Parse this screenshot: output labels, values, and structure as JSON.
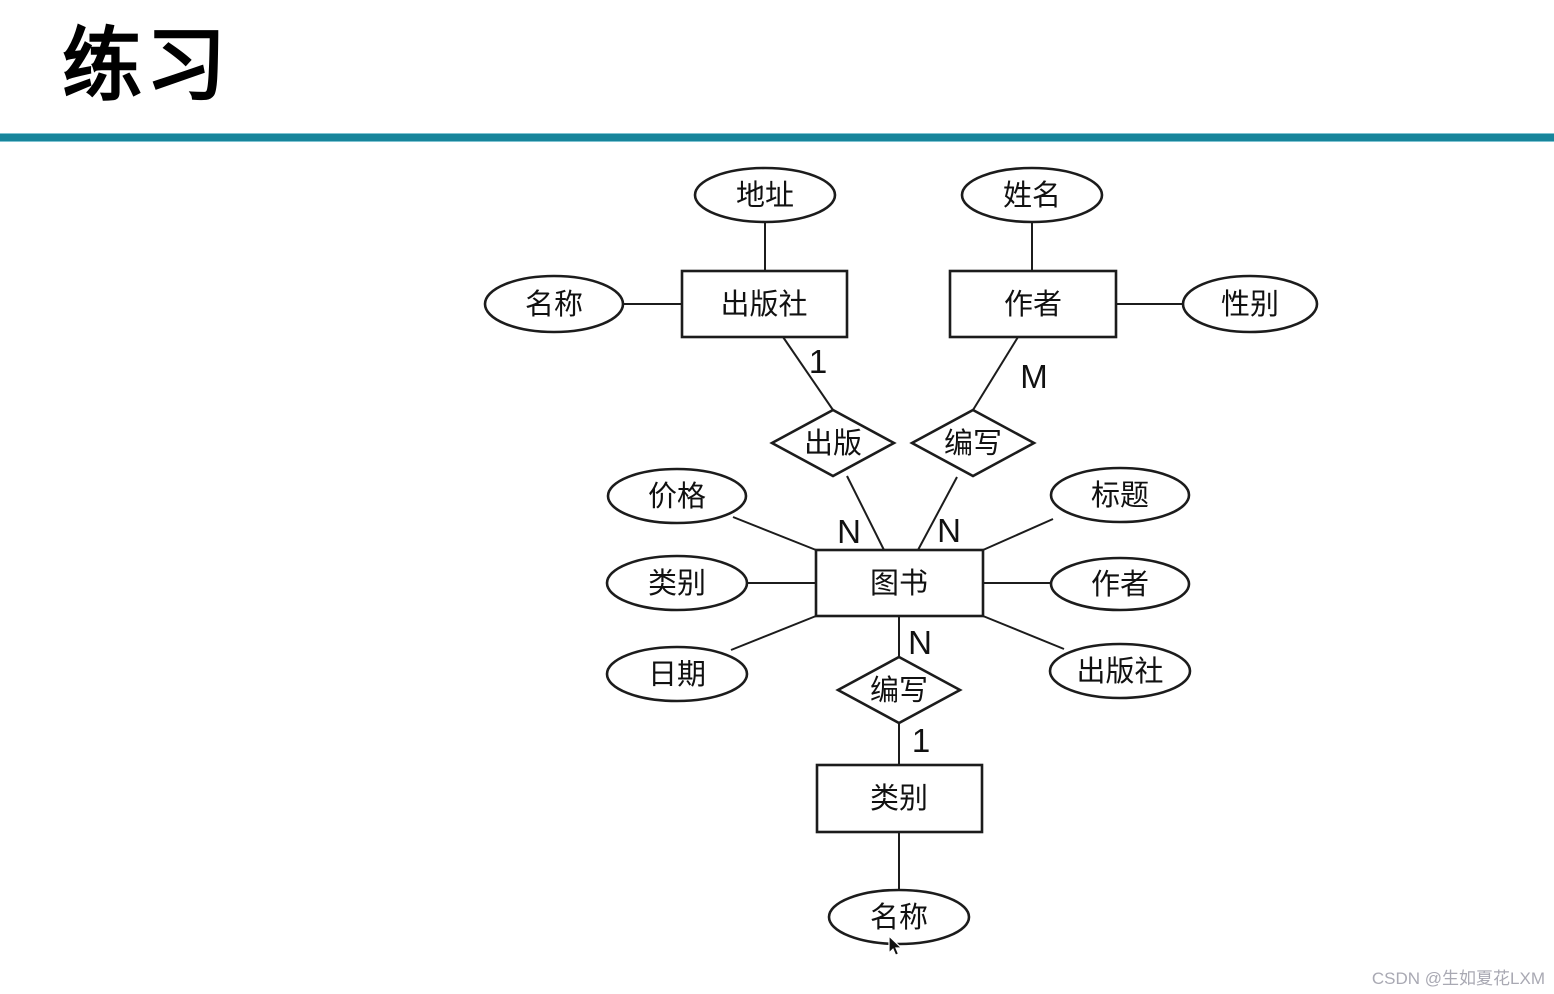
{
  "page": {
    "title": "练习",
    "watermark": "CSDN @生如夏花LXM",
    "divider_color": "#17859b",
    "cursor_icon": "arrow-pointer-icon"
  },
  "diagram": {
    "type": "er-diagram",
    "entities": [
      {
        "id": "publisher",
        "label": "出版社"
      },
      {
        "id": "author",
        "label": "作者"
      },
      {
        "id": "book",
        "label": "图书"
      },
      {
        "id": "category",
        "label": "类别"
      }
    ],
    "relationships": [
      {
        "id": "publish",
        "label": "出版",
        "between": [
          "出版社",
          "图书"
        ],
        "cardinality": "1:N"
      },
      {
        "id": "write-top",
        "label": "编写",
        "between": [
          "作者",
          "图书"
        ],
        "cardinality": "M:N"
      },
      {
        "id": "write-bottom",
        "label": "编写",
        "between": [
          "图书",
          "类别"
        ],
        "cardinality": "N:1"
      }
    ],
    "attributes": [
      {
        "id": "address",
        "label": "地址",
        "of": "出版社"
      },
      {
        "id": "name",
        "label": "姓名",
        "of": "作者"
      },
      {
        "id": "pub-name",
        "label": "名称",
        "of": "出版社"
      },
      {
        "id": "gender",
        "label": "性别",
        "of": "作者"
      },
      {
        "id": "price",
        "label": "价格",
        "of": "图书"
      },
      {
        "id": "title",
        "label": "标题",
        "of": "图书"
      },
      {
        "id": "book-category",
        "label": "类别",
        "of": "图书"
      },
      {
        "id": "book-author",
        "label": "作者",
        "of": "图书"
      },
      {
        "id": "date",
        "label": "日期",
        "of": "图书"
      },
      {
        "id": "book-publisher",
        "label": "出版社",
        "of": "图书"
      },
      {
        "id": "category-name",
        "label": "名称",
        "of": "类别"
      }
    ],
    "cardinalities": [
      {
        "id": "publisher-one",
        "label": "1"
      },
      {
        "id": "author-m",
        "label": "M"
      },
      {
        "id": "book-n-left",
        "label": "N"
      },
      {
        "id": "book-n-right",
        "label": "N"
      },
      {
        "id": "book-n-bottom",
        "label": "N"
      },
      {
        "id": "category-one",
        "label": "1"
      }
    ]
  }
}
